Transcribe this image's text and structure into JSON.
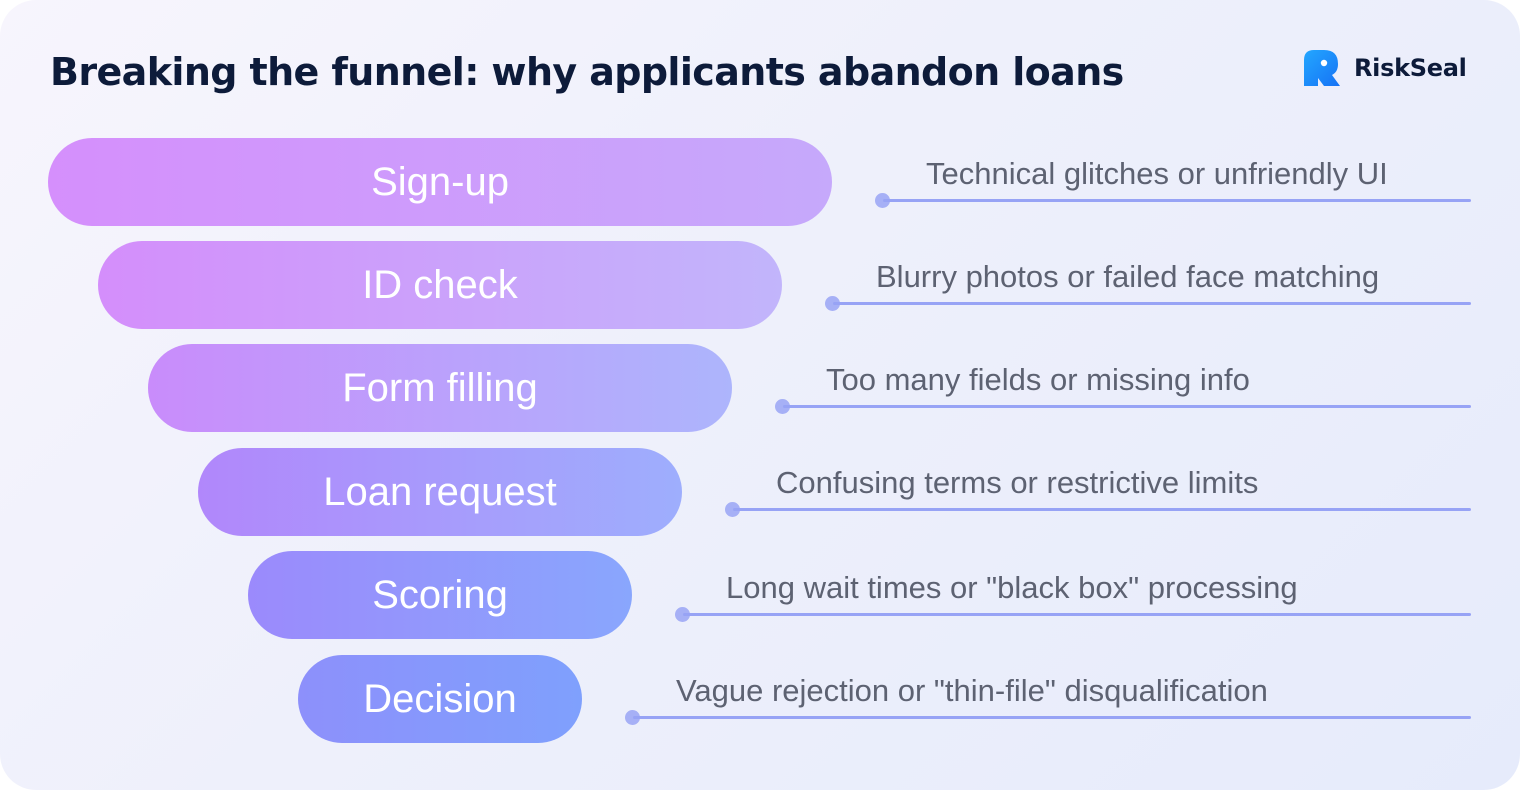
{
  "header": {
    "title": "Breaking the funnel: why applicants abandon loans"
  },
  "brand": {
    "name": "RiskSeal",
    "icon": "riskseal-logo-icon",
    "color": "#1a8cff"
  },
  "funnel": {
    "stages": [
      {
        "label": "Sign-up",
        "reason": "Technical glitches or unfriendly UI"
      },
      {
        "label": "ID check",
        "reason": "Blurry photos or failed face matching"
      },
      {
        "label": "Form filling",
        "reason": "Too many fields or missing info"
      },
      {
        "label": "Loan request",
        "reason": "Confusing terms or restrictive limits"
      },
      {
        "label": "Scoring",
        "reason": "Long wait times or \"black box\" processing"
      },
      {
        "label": "Decision",
        "reason": "Vague rejection or \"thin-file\" disqualification"
      }
    ],
    "colors": {
      "stage_start": "#d58ffc",
      "stage_end": "#7fa0fd",
      "line": "#97a3f5",
      "reason_text": "#5d6272",
      "title_text": "#0d1b3a"
    }
  }
}
